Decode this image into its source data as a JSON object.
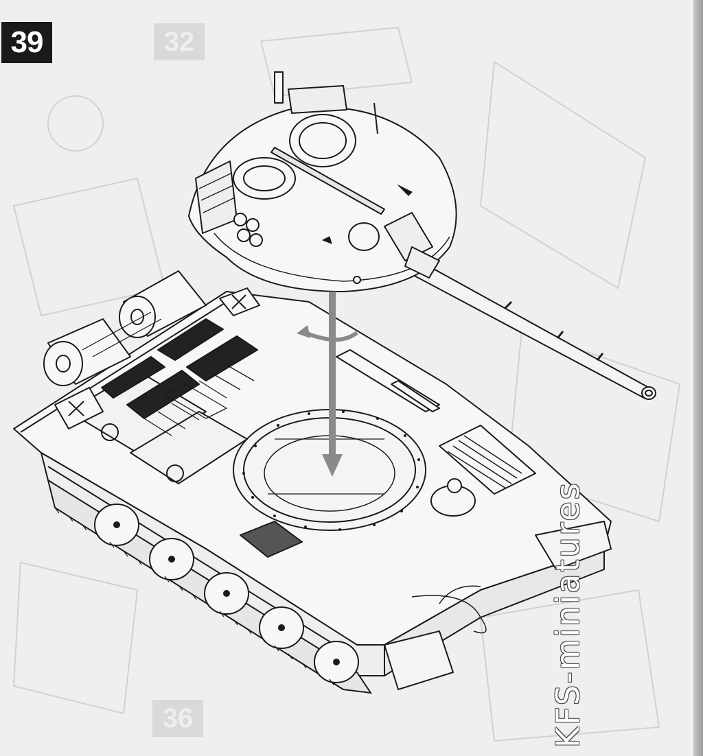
{
  "instruction_sheet": {
    "step_number": "39",
    "background_step_numbers": [
      "32",
      "36"
    ]
  },
  "diagram": {
    "subject": "tank-turret-installation",
    "arrow_direction": "down",
    "rotation_arrow": "counter-clockwise"
  },
  "watermark": {
    "text": "KFS-miniatures"
  },
  "colors": {
    "paper": "#efefef",
    "line": "#1a1a1a",
    "arrow": "#8a8a8a",
    "badge": "#1a1a1a"
  }
}
